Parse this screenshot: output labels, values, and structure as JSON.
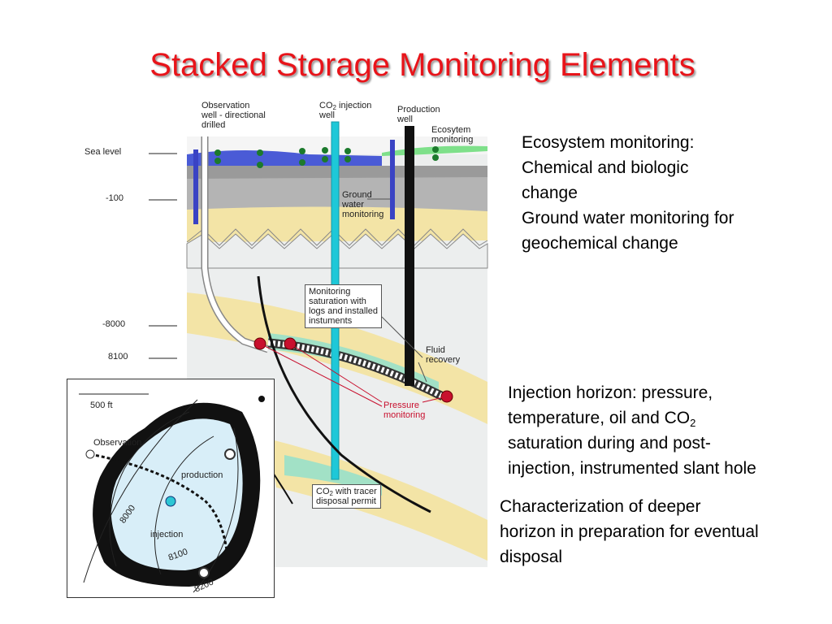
{
  "title": "Stacked Storage Monitoring Elements",
  "text_blocks": {
    "ecosystem": [
      "Ecosystem monitoring:",
      "Chemical and biologic",
      "change",
      "Ground water monitoring for",
      "geochemical change"
    ],
    "injection": {
      "line1": "Injection horizon: pressure,",
      "line2_pre": "temperature, oil and CO",
      "line2_sub": "2",
      "line3": "saturation during and post-",
      "line4": "injection, instrumented slant hole"
    },
    "deeper": [
      "Characterization of deeper",
      "horizon in preparation for eventual",
      "disposal"
    ]
  },
  "diagram": {
    "labels": {
      "observation_well": [
        "Observation",
        "well - directional",
        "drilled"
      ],
      "co2_injection_pre": "CO",
      "co2_injection_sub": "2",
      "co2_injection_post": " injection",
      "co2_injection_line2": "well",
      "production_well": [
        "Production",
        "well"
      ],
      "ecosystem": [
        "Ecosytem",
        "monitoring"
      ],
      "ground_water": [
        "Ground",
        "water",
        "monitoring"
      ],
      "fluid_recovery": [
        "Fluid",
        "recovery"
      ],
      "pressure_monitoring": [
        "Pressure",
        "monitoring"
      ],
      "monitoring_box": [
        "Monitoring",
        "saturation with",
        "logs and installed",
        "instuments"
      ],
      "tracer_pre": "CO",
      "tracer_sub": "2",
      "tracer_post": " with tracer",
      "tracer_line2": "disposal permit"
    },
    "depths": [
      "Sea level",
      "-100",
      "-8000",
      "8100"
    ]
  },
  "inset": {
    "scale": "500 ft",
    "observation": "Observation",
    "production": "production",
    "injection": "injection",
    "contours": [
      "8000",
      "8100",
      "8200"
    ]
  },
  "colors": {
    "title": "#e8141a",
    "injection_well": "#1ec8d8",
    "observation_well": "#3a43c4",
    "sea": "#4a5bd6",
    "sand": "#f3e4a6",
    "shale": "#9a9a9a",
    "marker_red": "#c8102e",
    "inset_fill": "#d8eef8"
  }
}
